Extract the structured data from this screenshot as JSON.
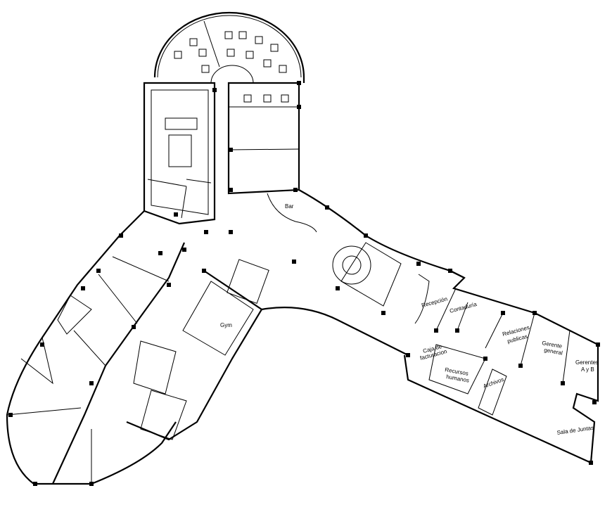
{
  "rooms": {
    "bar": "Bar",
    "gym": "Gym",
    "recepcion": "Recepción",
    "contaduria": "Contaduría",
    "relaciones_1": "Relaciones",
    "relaciones_2": "publicas",
    "gerente_1": "Gerente",
    "gerente_2": "general",
    "gerentes_1": "Gerentes",
    "gerentes_2": "A y B",
    "caja_1": "Caja de",
    "caja_2": "facturacion",
    "recursos_1": "Recursos",
    "recursos_2": "humanos",
    "archivos": "Archivos",
    "sala_juntas": "Sala de Juntas"
  },
  "colors": {
    "lines": "#000000",
    "background": "#ffffff"
  }
}
